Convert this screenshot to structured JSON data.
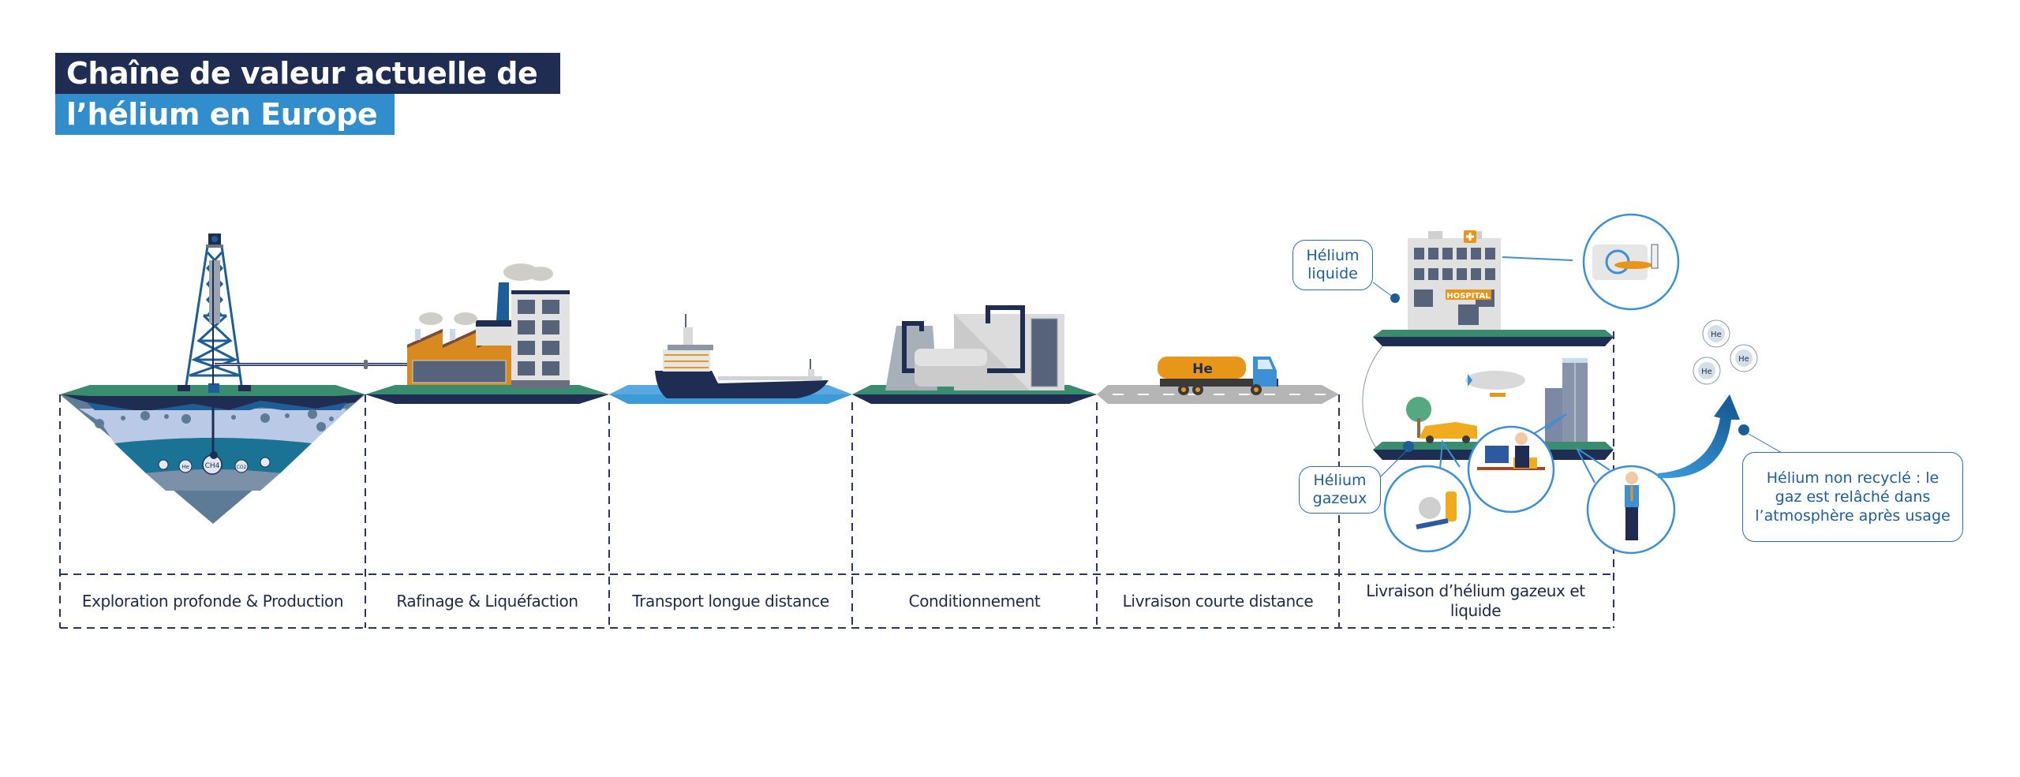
{
  "title": {
    "line1": "Chaîne de valeur actuelle de",
    "line2": "l’hélium en Europe"
  },
  "colors": {
    "title_dark": "#1f2d52",
    "title_light": "#318dcc",
    "ground_green": "#3a8c6e",
    "ground_navy": "#1f2d52",
    "water_blue": "#3d9ad8",
    "road_grey": "#b5b5b5",
    "accent_orange": "#e8961a",
    "callout_blue": "#2e6ea8",
    "dash_navy": "#2a3560"
  },
  "stages": [
    {
      "id": "exploration",
      "label": "Exploration profonde & Production",
      "illustration": "drilling-rig"
    },
    {
      "id": "refining",
      "label": "Rafinage & Liquéfaction",
      "illustration": "factory"
    },
    {
      "id": "shipping",
      "label": "Transport longue distance",
      "illustration": "cargo-ship"
    },
    {
      "id": "packaging",
      "label": "Conditionnement",
      "illustration": "packaging-plant"
    },
    {
      "id": "delivery",
      "label": "Livraison courte distance",
      "illustration": "tanker-truck"
    },
    {
      "id": "end-use",
      "label": "Livraison d’hélium gazeux et liquide",
      "illustration": "hospital-and-city"
    }
  ],
  "underground_molecules": [
    "He",
    "CH4",
    "CO2"
  ],
  "truck_label": "He",
  "hospital_sign": "HOSPITAL",
  "callouts": {
    "liquid": "Hélium liquide",
    "gaseous": "Hélium gazeux",
    "release": "Hélium non recyclé : le gaz est relâché dans l’atmosphère après usage"
  },
  "released_molecules": [
    "He",
    "He",
    "He"
  ],
  "uses": [
    "mri-scanner",
    "airbag",
    "office-electronics",
    "mobile-phone",
    "airship"
  ]
}
